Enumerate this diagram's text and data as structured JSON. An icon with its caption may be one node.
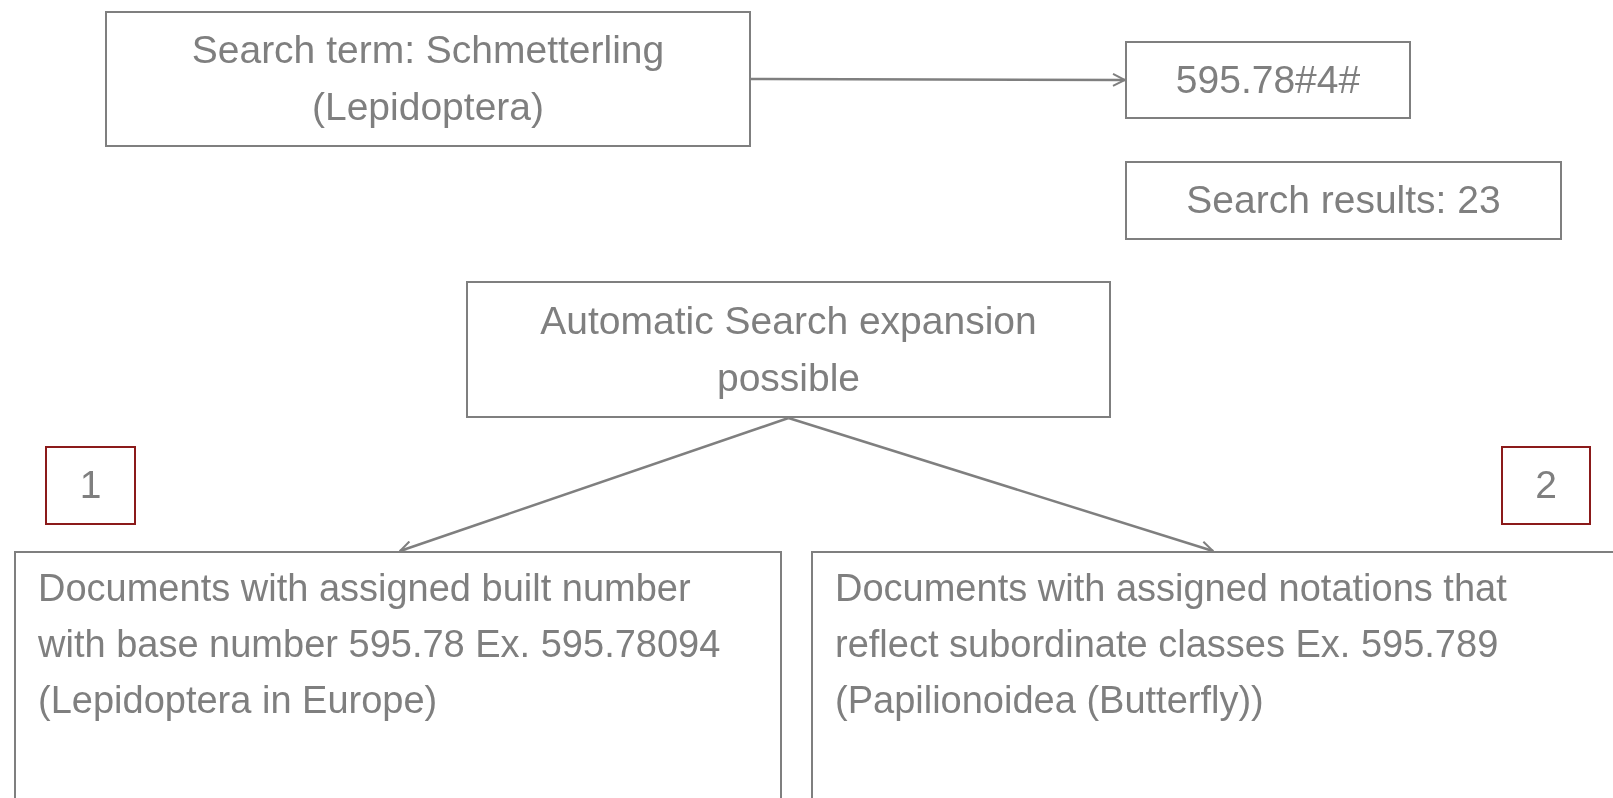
{
  "diagram": {
    "nodes": [
      {
        "text": [
          "Search term: Schmetterling (Lepidoptera)"
        ]
      },
      {
        "text": [
          "595.78#4#"
        ]
      },
      {
        "text": [
          "Search results: 23"
        ]
      },
      {
        "text": [
          "Automatic Search expansion possible"
        ]
      },
      {
        "text": [
          "1"
        ]
      },
      {
        "text": [
          "2"
        ]
      },
      {
        "text": [
          "Documents with assigned built number with base number 595.78 Ex. 595.78094 (Lepidoptera in Europe)"
        ]
      },
      {
        "text": [
          "Documents with assigned notations that reflect subordinate classes Ex. 595.789 (Papilionoidea (Butterfly))"
        ]
      }
    ],
    "edges": [
      {
        "from": 0,
        "to": 1,
        "arrow": "to"
      },
      {
        "from": 3,
        "to": 6,
        "arrow": "to"
      },
      {
        "from": 3,
        "to": 7,
        "arrow": "to"
      }
    ]
  }
}
